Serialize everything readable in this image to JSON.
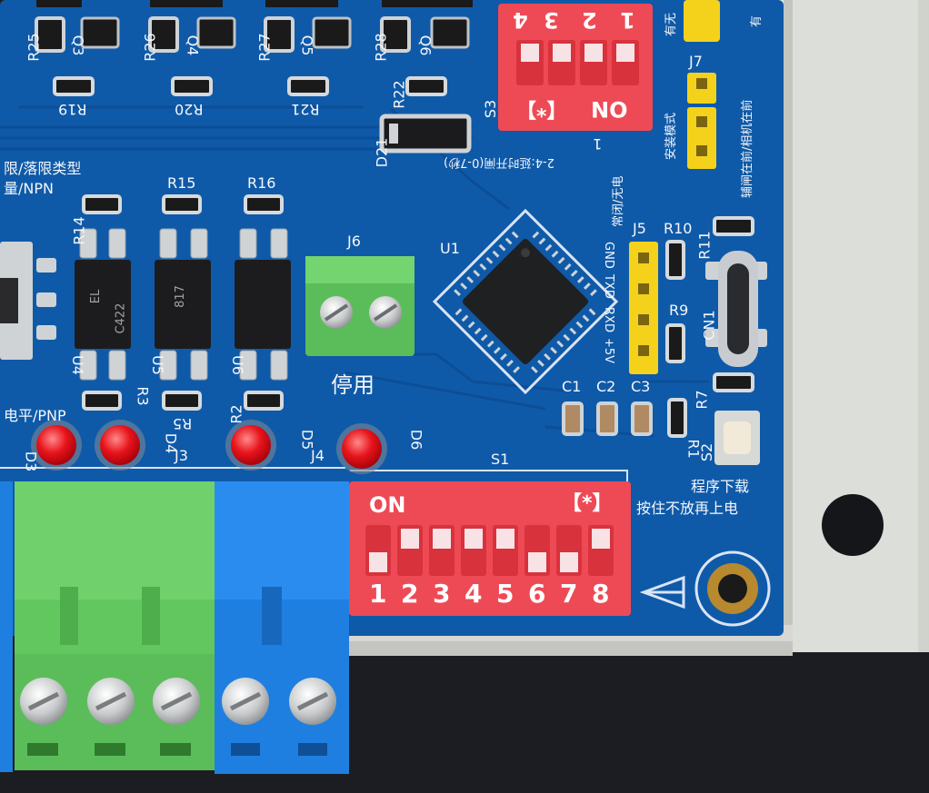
{
  "board": {
    "top_resistors": [
      "R25",
      "R26",
      "R27",
      "R28"
    ],
    "top_transistors": [
      "Q3",
      "Q4",
      "Q5",
      "Q6"
    ],
    "mid_resistors": [
      "R19",
      "R20",
      "R21",
      "R22"
    ],
    "diode_d21": "D21",
    "opto_resistors_top": [
      "R14",
      "R15",
      "R16"
    ],
    "opto_resistors_bottom": [
      "R3",
      "R5",
      "R2"
    ],
    "optocouplers": [
      "U4",
      "U5",
      "U6"
    ],
    "opto_chip_text": [
      "EL",
      "817",
      "C422"
    ],
    "connector_j6": "J6",
    "disabled_label": "停用",
    "left_note_line1": "限/落限类型",
    "left_note_line2": "量/NPN",
    "left_note_line3": "电平/PNP",
    "leds": [
      "D3",
      "D4",
      "D5",
      "D6"
    ],
    "connectors_bottom": [
      "J3",
      "J4"
    ],
    "mcu": "U1",
    "j5_label": "J5",
    "j5_pins": [
      "GND",
      "TXD",
      "RXD",
      "+5V"
    ],
    "right_resistors": [
      "R10",
      "R11",
      "R9",
      "R7",
      "R1"
    ],
    "usb_label": "CN1",
    "capacitors": [
      "C1",
      "C2",
      "C3"
    ],
    "button_label": "S2",
    "program_text_line1": "程序下载",
    "program_text_line2": "按住不放再上电",
    "s3_label": "S3",
    "s3_note_line1": "1",
    "s3_note_line2": "2-4:延时开闸(0-7秒)",
    "j7_label": "J7",
    "j7_side_text": "辅闸在前/相机在前",
    "j7_mode_text": "安装模式",
    "j7_top_text": "有无",
    "j7_top_text2": "有",
    "vertical_note": "常闭/无电",
    "s1_label": "S1",
    "s1_on": "ON",
    "s1_star": "【*】",
    "s1_numbers": [
      "1",
      "2",
      "3",
      "4",
      "5",
      "6",
      "7",
      "8"
    ],
    "s3_numbers": [
      "4",
      "3",
      "2",
      "1"
    ],
    "s3_on": "ON",
    "s3_star": "【*】"
  },
  "colors": {
    "pcb": "#0f5aa8",
    "pcb_dark": "#0a4a90",
    "dip_red": "#ee4a55",
    "terminal_green": "#6ccf6a",
    "terminal_blue": "#1f7fe0",
    "jumper_yellow": "#f4d21b",
    "case_grey": "#d9dbd6"
  }
}
